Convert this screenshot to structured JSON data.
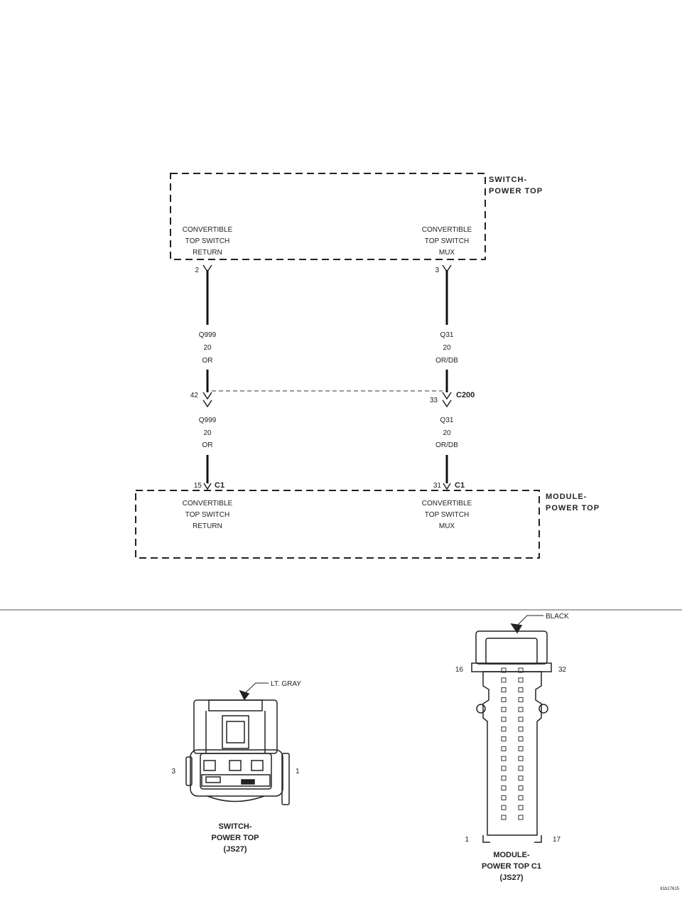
{
  "schematic": {
    "switch_module": {
      "name_line1": "SWITCH-",
      "name_line2": "POWER TOP"
    },
    "power_module": {
      "name_line1": "MODULE-",
      "name_line2": "POWER TOP"
    },
    "left_circuit": {
      "pin_top": "2",
      "pin_inline": "42",
      "pin_bottom": "15",
      "connector_bottom": "C1",
      "label_line1": "CONVERTIBLE",
      "label_line2": "TOP SWITCH",
      "label_line3": "RETURN",
      "wire_upper": [
        "Q999",
        "20",
        "OR"
      ],
      "wire_lower": [
        "Q999",
        "20",
        "OR"
      ]
    },
    "right_circuit": {
      "pin_top": "3",
      "pin_inline": "33",
      "pin_bottom": "31",
      "connector_bottom": "C1",
      "label_line1": "CONVERTIBLE",
      "label_line2": "TOP SWITCH",
      "label_line3": "MUX",
      "wire_upper": [
        "Q31",
        "20",
        "OR/DB"
      ],
      "wire_lower": [
        "Q31",
        "20",
        "OR/DB"
      ]
    },
    "inline_connector": "C200"
  },
  "connectors": {
    "switch": {
      "color": "LT. GRAY",
      "pin_left": "3",
      "pin_right": "1",
      "title_line1": "SWITCH-",
      "title_line2": "POWER TOP",
      "title_line3": "(JS27)"
    },
    "module": {
      "color": "BLACK",
      "pin_top_left": "16",
      "pin_top_right": "32",
      "pin_bottom_left": "1",
      "pin_bottom_right": "17",
      "title_line1": "MODULE-",
      "title_line2": "POWER TOP C1",
      "title_line3": "(JS27)"
    }
  },
  "figure_id": "81b17615"
}
